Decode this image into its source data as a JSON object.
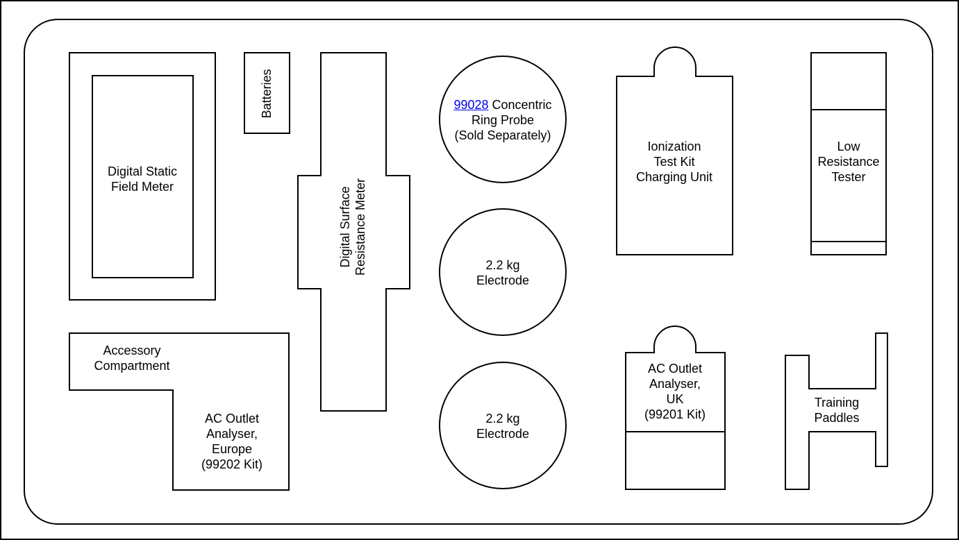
{
  "diagram": {
    "digital_static_field_meter": [
      "Digital Static",
      "Field Meter"
    ],
    "batteries": "Batteries",
    "digital_surface_resistance_meter": [
      "Digital Surface",
      "Resistance Meter"
    ],
    "concentric_ring_probe": {
      "link_text": "99028",
      "line1_rest": " Concentric",
      "line2": "Ring Probe",
      "line3": "(Sold Separately)"
    },
    "electrode_1": [
      "2.2 kg",
      "Electrode"
    ],
    "electrode_2": [
      "2.2 kg",
      "Electrode"
    ],
    "ionization_test_kit": [
      "Ionization",
      "Test Kit",
      "Charging Unit"
    ],
    "low_resistance_tester": [
      "Low",
      "Resistance",
      "Tester"
    ],
    "accessory_compartment": [
      "Accessory",
      "Compartment"
    ],
    "ac_outlet_europe": [
      "AC Outlet",
      "Analyser,",
      "Europe",
      "(99202 Kit)"
    ],
    "ac_outlet_uk": [
      "AC Outlet",
      "Analyser,",
      "UK",
      "(99201 Kit)"
    ],
    "training_paddles": [
      "Training",
      "Paddles"
    ]
  }
}
